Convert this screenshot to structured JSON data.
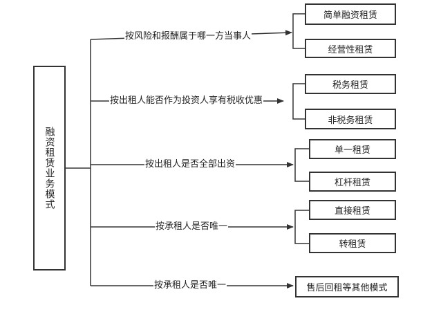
{
  "root": {
    "label": "融资租赁业务模式"
  },
  "branches": [
    {
      "criterion": "按风险和报酬属于哪一方当事人",
      "children": [
        "简单融资租赁",
        "经营性租赁"
      ]
    },
    {
      "criterion": "按出租人能否作为投资人享有税收优惠",
      "children": [
        "税务租赁",
        "非税务租赁"
      ]
    },
    {
      "criterion": "按出租人是否全部出资",
      "children": [
        "单一租赁",
        "杠杆租赁"
      ]
    },
    {
      "criterion": "按承租人是否唯一",
      "children": [
        "直接租赁",
        "转租赁"
      ]
    },
    {
      "criterion": "按承租人是否唯一",
      "children": [
        "售后回租等其他模式"
      ]
    }
  ]
}
